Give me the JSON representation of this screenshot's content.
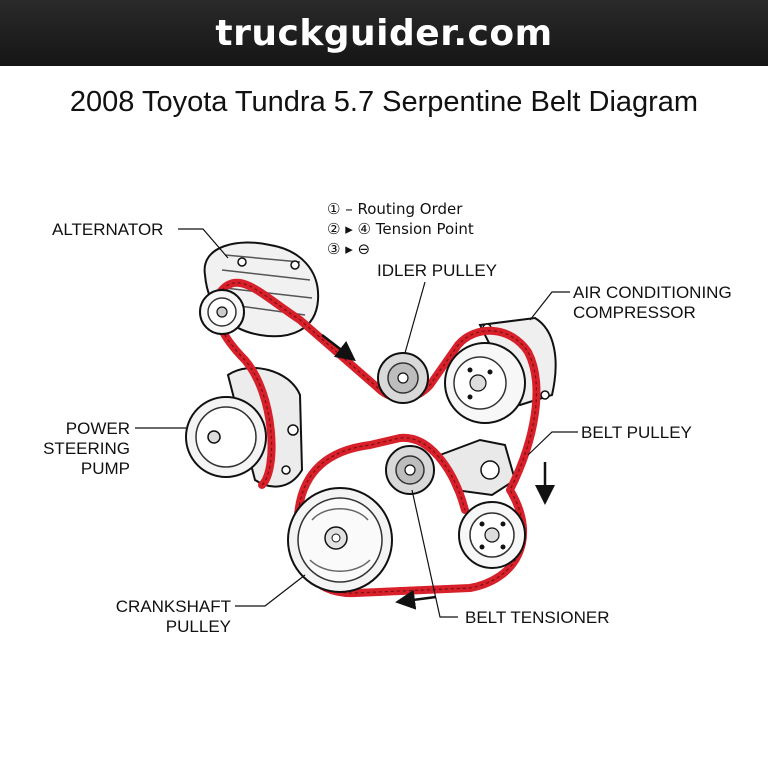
{
  "banner": {
    "site": "truckguider.com"
  },
  "title": "2008 Toyota Tundra 5.7 Serpentine Belt Diagram",
  "legend": {
    "line1": "① – Routing Order",
    "line2": "② ▸ ④ Tension Point",
    "line3": "③ ▸ ⊖"
  },
  "labels": {
    "alternator": "ALTERNATOR",
    "idler_pulley": "IDLER PULLEY",
    "ac_compressor_line1": "AIR CONDITIONING",
    "ac_compressor_line2": "COMPRESSOR",
    "power_steering_line1": "POWER",
    "power_steering_line2": "STEERING",
    "power_steering_line3": "PUMP",
    "belt_pulley": "BELT PULLEY",
    "crankshaft_line1": "CRANKSHAFT",
    "crankshaft_line2": "PULLEY",
    "belt_tensioner": "BELT TENSIONER"
  },
  "colors": {
    "belt": "#d8202a",
    "banner": "#1c1c1c",
    "line": "#111111"
  }
}
